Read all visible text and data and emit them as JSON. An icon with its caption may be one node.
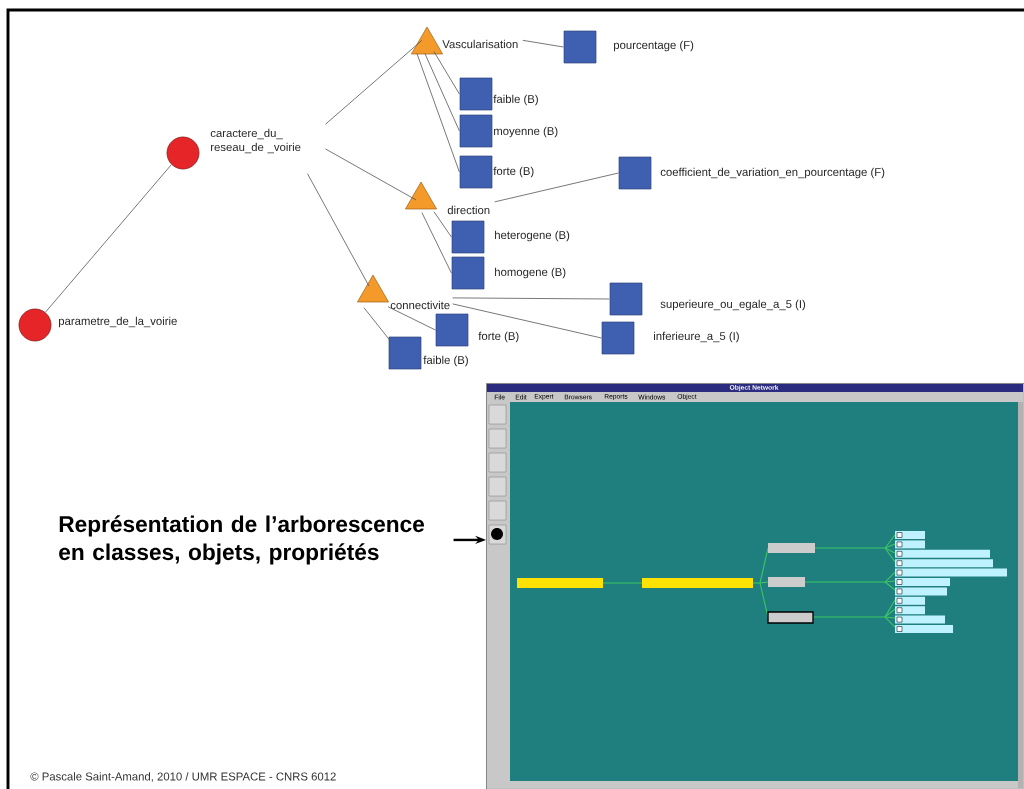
{
  "diagram": {
    "nodes": [
      {
        "text": [
          "parametre_de_la_voirie"
        ]
      },
      {
        "text": [
          "caractere_du_ reseau_de _voirie"
        ]
      },
      {
        "text": [
          "Vascularisation"
        ]
      },
      {
        "text": [
          "pourcentage (F)"
        ]
      },
      {
        "text": [
          "faible (B)"
        ]
      },
      {
        "text": [
          "moyenne (B)"
        ]
      },
      {
        "text": [
          "forte (B)"
        ]
      },
      {
        "text": [
          "direction"
        ]
      },
      {
        "text": [
          "coefficient_de_variation_en_pourcentage (F)"
        ]
      },
      {
        "text": [
          "heterogene (B)"
        ]
      },
      {
        "text": [
          "homogene (B)"
        ]
      },
      {
        "text": [
          "connectivite"
        ]
      },
      {
        "text": [
          "superieure_ou_egale_a_5 (I)"
        ]
      },
      {
        "text": [
          "forte (B)"
        ]
      },
      {
        "text": [
          "inferieure_a_5 (I)"
        ]
      },
      {
        "text": [
          "faible (B)"
        ]
      },
      {
        "text": [
          "Représentation de l’arborescence en classes, objets, propriétés"
        ]
      },
      {
        "text": [],
        "shape": "picture"
      }
    ],
    "edges": [
      {
        "from": 0,
        "to": 1,
        "arrow": "none"
      },
      {
        "from": 1,
        "to": 2,
        "arrow": "none"
      },
      {
        "from": 1,
        "to": 7,
        "arrow": "none"
      },
      {
        "from": 1,
        "to": 11,
        "arrow": "none"
      },
      {
        "from": 2,
        "to": 3,
        "arrow": "none"
      },
      {
        "from": 2,
        "to": 4,
        "arrow": "none"
      },
      {
        "from": 2,
        "to": 5,
        "arrow": "none"
      },
      {
        "from": 2,
        "to": 6,
        "arrow": "none"
      },
      {
        "from": 7,
        "to": 8,
        "arrow": "none"
      },
      {
        "from": 7,
        "to": 9,
        "arrow": "none"
      },
      {
        "from": 7,
        "to": 10,
        "arrow": "none"
      },
      {
        "from": 11,
        "to": 12,
        "arrow": "none"
      },
      {
        "from": 11,
        "to": 13,
        "arrow": "none"
      },
      {
        "from": 11,
        "to": 14,
        "arrow": "none"
      },
      {
        "from": 11,
        "to": 15,
        "arrow": "none"
      },
      {
        "from": 16,
        "to": 17,
        "arrow": "to",
        "style": "thick",
        "color": "#000000"
      }
    ],
    "labels": [
      "Object Network",
      "File",
      "Edit",
      "Expert",
      "Browsers",
      "Reports",
      "Windows",
      "Object",
      "© Pascale Saint-Amand, 2010 / UMR ESPACE - CNRS 6012"
    ]
  }
}
